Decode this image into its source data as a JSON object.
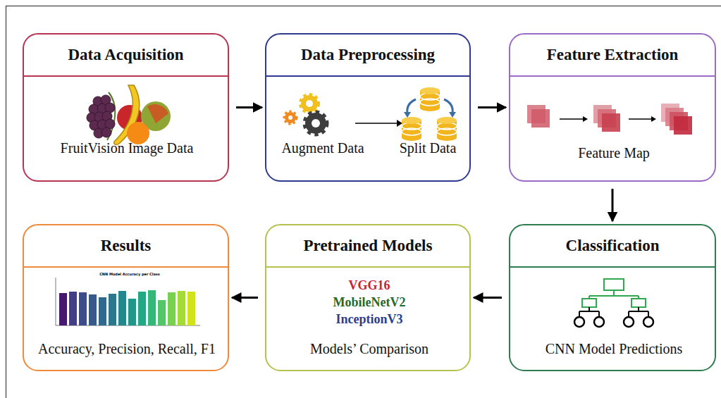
{
  "diagram": {
    "nodes": [
      {
        "text": [
          "Data Acquisition",
          "FruitVision Image Data"
        ]
      },
      {
        "text": [
          "Data Preprocessing",
          "Augment Data",
          "Split Data"
        ]
      },
      {
        "text": [
          "Feature Extraction",
          "Feature Map"
        ]
      },
      {
        "text": [
          "Classification",
          "CNN Model Predictions"
        ]
      },
      {
        "text": [
          "Pretrained Models",
          "VGG16",
          "MobileNetV2",
          "InceptionV3",
          "Models’ Comparison"
        ]
      },
      {
        "text": [
          "Results",
          "Accuracy, Precision, Recall, F1"
        ]
      }
    ],
    "edges": [
      {
        "from": 0,
        "to": 1,
        "arrow": "to"
      },
      {
        "from": 1,
        "to": 2,
        "arrow": "to"
      },
      {
        "from": 2,
        "to": 3,
        "arrow": "to"
      },
      {
        "from": 3,
        "to": 4,
        "arrow": "to"
      },
      {
        "from": 4,
        "to": 5,
        "arrow": "to"
      }
    ],
    "labels": [
      "CNN Model Accuracy per Class"
    ]
  }
}
